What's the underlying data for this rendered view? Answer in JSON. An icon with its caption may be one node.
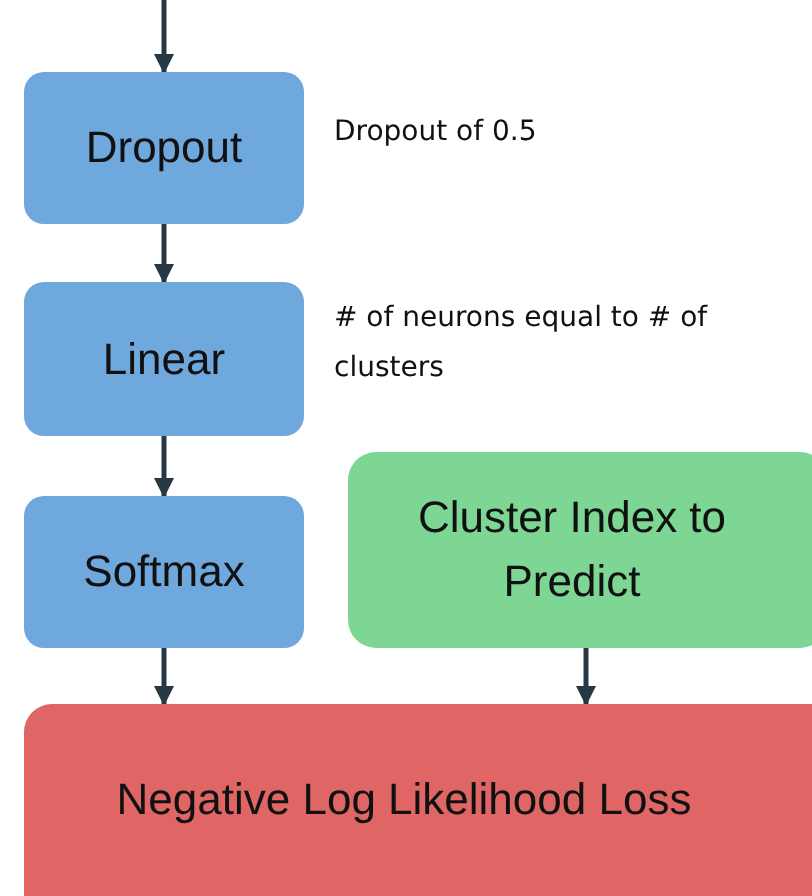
{
  "diagram": {
    "nodes": [
      {
        "text": [
          "Dropout"
        ],
        "beside": [
          "Dropout of 0.5"
        ]
      },
      {
        "text": [
          "Linear"
        ],
        "beside": [
          "# of neurons equal to # of clusters"
        ]
      },
      {
        "text": [
          "Softmax"
        ]
      },
      {
        "text": [
          "Cluster Index to Predict"
        ]
      },
      {
        "text": [
          "Negative Log Likelihood Loss"
        ]
      }
    ],
    "edges": [
      {
        "from": null,
        "to": 0,
        "arrow": "to"
      },
      {
        "from": 0,
        "to": 1,
        "arrow": "to"
      },
      {
        "from": 1,
        "to": 2,
        "arrow": "to"
      },
      {
        "from": 2,
        "to": 4,
        "arrow": "to"
      },
      {
        "from": 3,
        "to": 4,
        "arrow": "to"
      }
    ]
  }
}
